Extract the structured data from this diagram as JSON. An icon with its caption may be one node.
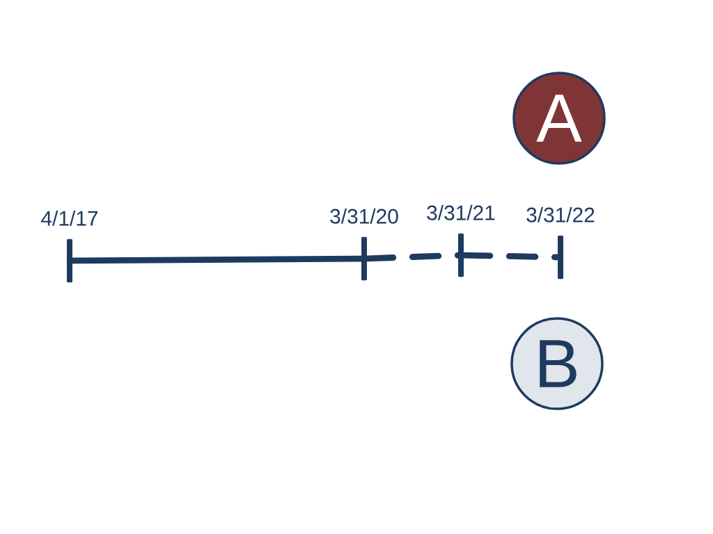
{
  "diagram": {
    "nodes": [
      {
        "text": [
          "4/1/17"
        ]
      },
      {
        "text": [
          "3/31/20"
        ]
      },
      {
        "text": [
          "3/31/21"
        ]
      },
      {
        "text": [
          "3/31/22"
        ]
      },
      {
        "text": [
          "A"
        ]
      },
      {
        "text": [
          "B"
        ]
      }
    ],
    "edges": [
      {
        "from": 0,
        "to": 1,
        "arrow": "none"
      },
      {
        "from": 1,
        "to": 2,
        "arrow": "none",
        "style": "dashed"
      },
      {
        "from": 2,
        "to": 3,
        "arrow": "none",
        "style": "dashed"
      }
    ]
  }
}
